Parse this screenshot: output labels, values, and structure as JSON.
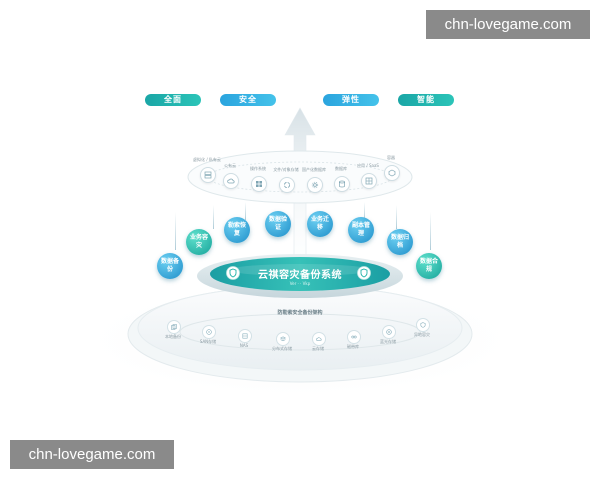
{
  "watermarks": {
    "top": "chn-lovegame.com",
    "bottom": "chn-lovegame.com"
  },
  "pills": [
    {
      "label": "全面",
      "tone": "teal"
    },
    {
      "label": "安全",
      "tone": "blue"
    },
    {
      "label": "弹性",
      "tone": "blue"
    },
    {
      "label": "智能",
      "tone": "teal"
    }
  ],
  "top_ring": {
    "items": [
      {
        "label": "虚拟化 / 私有云",
        "icon": "server-icon"
      },
      {
        "label": "公有云",
        "icon": "cloud-icon"
      },
      {
        "label": "操作系统",
        "icon": "window-icon"
      },
      {
        "label": "文件/对象存储",
        "icon": "recycle-icon"
      },
      {
        "label": "国产化数据库",
        "icon": "gear-icon"
      },
      {
        "label": "数据库",
        "icon": "database-icon"
      },
      {
        "label": "应用 / SaaS",
        "icon": "grid-icon"
      },
      {
        "label": "容器",
        "icon": "container-icon"
      }
    ]
  },
  "bubbles": [
    {
      "label": "数据备份",
      "tone": "blue"
    },
    {
      "label": "业务容灾",
      "tone": "teal"
    },
    {
      "label": "勒索恢复",
      "tone": "blue"
    },
    {
      "label": "数据验证",
      "tone": "blue"
    },
    {
      "label": "业务迁移",
      "tone": "blue"
    },
    {
      "label": "副本管理",
      "tone": "blue"
    },
    {
      "label": "数据归档",
      "tone": "blue"
    },
    {
      "label": "数据合规",
      "tone": "teal"
    }
  ],
  "center": {
    "title": "云祺容灾备份系统",
    "sub": "Ver · · Vkp"
  },
  "base": {
    "title": "防勒索安全备份架构",
    "items": [
      {
        "label": "本地备份",
        "icon": "copy-icon"
      },
      {
        "label": "SAN存储",
        "icon": "disk-icon"
      },
      {
        "label": "NAS",
        "icon": "nas-icon"
      },
      {
        "label": "分布式存储",
        "icon": "layers-icon"
      },
      {
        "label": "云存储",
        "icon": "cloud-icon"
      },
      {
        "label": "磁带库",
        "icon": "tape-icon"
      },
      {
        "label": "蓝光存储",
        "icon": "disc-icon"
      },
      {
        "label": "异地容灾",
        "icon": "shield-icon"
      }
    ]
  },
  "colors": {
    "teal": "#1fb3a8",
    "blue": "#2a9fd8",
    "ring": "#dfe9ec"
  }
}
